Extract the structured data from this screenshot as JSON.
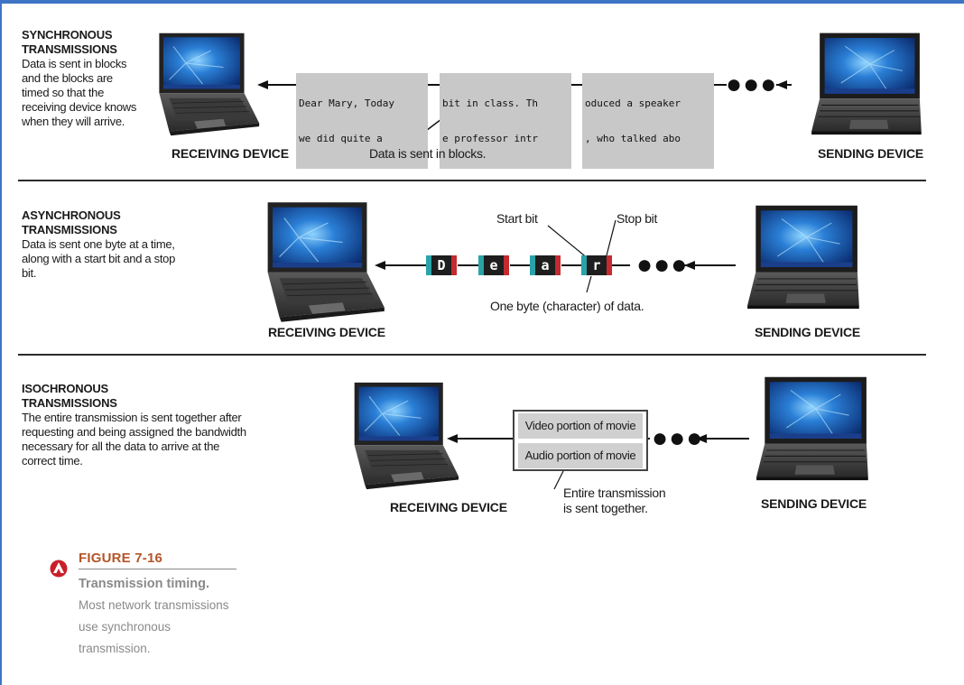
{
  "synchronous": {
    "title_line1": "SYNCHRONOUS",
    "title_line2": "TRANSMISSIONS",
    "description": "Data is sent in blocks and the blocks are timed so that the receiving device knows when they will arrive.",
    "receiving_label": "RECEIVING DEVICE",
    "sending_label": "SENDING DEVICE",
    "blocks_caption": "Data is sent in blocks.",
    "blocks": [
      {
        "line1": "Dear Mary, Today",
        "line2": "we did quite a"
      },
      {
        "line1": "bit in class. Th",
        "line2": "e professor intr"
      },
      {
        "line1": "oduced a speaker",
        "line2": ", who talked abo"
      }
    ],
    "dots": "●●●"
  },
  "asynchronous": {
    "title_line1": "ASYNCHRONOUS",
    "title_line2": "TRANSMISSIONS",
    "description": "Data is sent one byte at a time, along with a start bit and a stop bit.",
    "receiving_label": "RECEIVING DEVICE",
    "sending_label": "SENDING DEVICE",
    "start_bit_label": "Start bit",
    "stop_bit_label": "Stop bit",
    "byte_label": "One byte (character) of data.",
    "bytes": [
      "D",
      "e",
      "a",
      "r"
    ],
    "dots": "●●●"
  },
  "isochronous": {
    "title_line1": "ISOCHRONOUS",
    "title_line2": "TRANSMISSIONS",
    "description": "The entire transmission is sent together after requesting and being assigned the bandwidth necessary for all the data to arrive at the correct time.",
    "receiving_label": "RECEIVING DEVICE",
    "sending_label": "SENDING DEVICE",
    "video_label": "Video portion of movie",
    "audio_label": "Audio portion of movie",
    "together_line1": "Entire transmission",
    "together_line2": "is sent together.",
    "dots": "●●●"
  },
  "figure": {
    "number": "FIGURE 7-16",
    "caption_bold": "Transmission timing.",
    "caption_rest": "Most network transmissions use synchronous transmission."
  },
  "colors": {
    "frame": "#3d74c4",
    "start_bit": "#2aa3a8",
    "stop_bit": "#c42a2f",
    "block_fill": "#c8c8c8",
    "figure_accent": "#b3552a"
  }
}
